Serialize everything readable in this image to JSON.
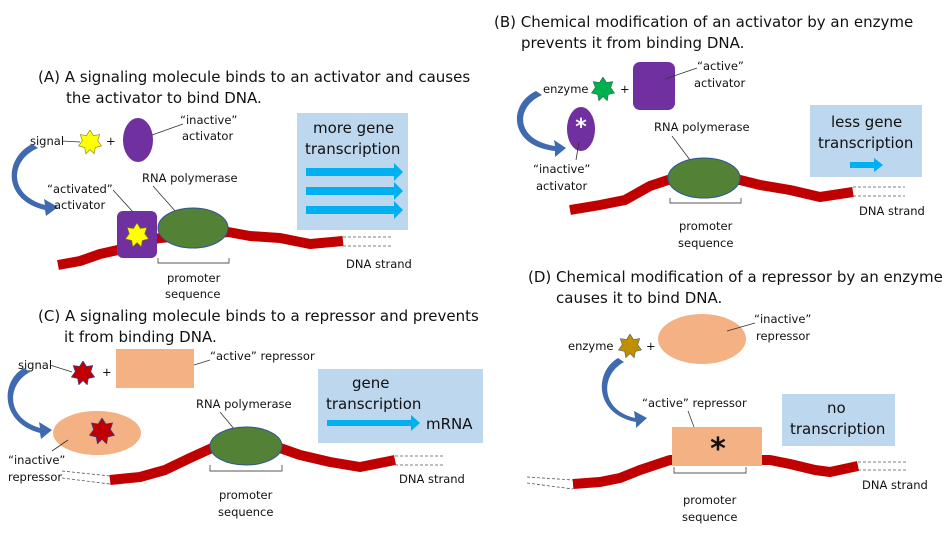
{
  "panels": {
    "A": {
      "title_line1": "(A) A signaling molecule binds to an activator and causes",
      "title_line2": "the activator to bind DNA.",
      "signal_label": "signal",
      "plus": "+",
      "inactive_label_1": "“inactive”",
      "inactive_label_2": "activator",
      "activated_label_1": "“activated”",
      "activated_label_2": "activator",
      "rnap_label": "RNA polymerase",
      "promoter_1": "promoter",
      "promoter_2": "sequence",
      "dna_label": "DNA strand",
      "output_1": "more gene",
      "output_2": "transcription",
      "output_arrows": 3
    },
    "B": {
      "title_line1": "(B) Chemical modification of an activator by an enzyme",
      "title_line2": "prevents it from binding DNA.",
      "enzyme_label": "enzyme",
      "plus": "+",
      "active_label_1": "“active”",
      "active_label_2": "activator",
      "inactive_label_1": "“inactive”",
      "inactive_label_2": "activator",
      "modification_mark": "*",
      "rnap_label": "RNA polymerase",
      "promoter_1": "promoter",
      "promoter_2": "sequence",
      "dna_label": "DNA strand",
      "output_1": "less gene",
      "output_2": "transcription",
      "output_arrows": 1
    },
    "C": {
      "title_line1": "(C) A signaling molecule binds to a repressor and prevents",
      "title_line2": "it from binding DNA.",
      "signal_label": "signal",
      "plus": "+",
      "active_label": "“active” repressor",
      "inactive_label_1": "“inactive”",
      "inactive_label_2": "repressor",
      "rnap_label": "RNA polymerase",
      "promoter_1": "promoter",
      "promoter_2": "sequence",
      "dna_label": "DNA strand",
      "output_1": "gene",
      "output_2": "transcription",
      "output_product": "mRNA"
    },
    "D": {
      "title_line1": "(D) Chemical modification of a repressor by an enzyme",
      "title_line2": "causes it to bind DNA.",
      "enzyme_label": "enzyme",
      "plus": "+",
      "inactive_label_1": "“inactive”",
      "inactive_label_2": "repressor",
      "active_label": "“active” repressor",
      "modification_mark": "*",
      "promoter_1": "promoter",
      "promoter_2": "sequence",
      "dna_label": "DNA strand",
      "output_1": "no",
      "output_2": "transcription"
    }
  },
  "colors": {
    "dna": "#c00000",
    "rna_polymerase": "#538135",
    "activator": "#7030a0",
    "repressor": "#f4b183",
    "signal_A": "#ffff00",
    "enzyme_B": "#00b050",
    "signal_C": "#c00000",
    "enzyme_D": "#bf8f00",
    "output_box": "#bdd7ee",
    "output_arrow": "#00b0f0",
    "process_arrow": "#3f6ab0"
  }
}
